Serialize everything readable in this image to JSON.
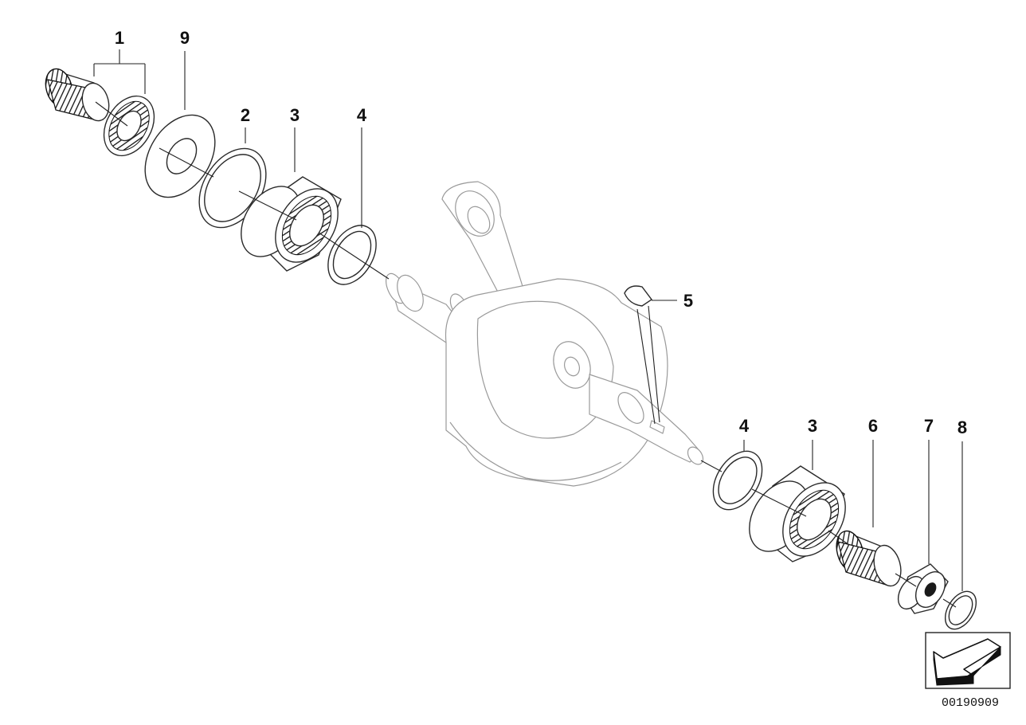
{
  "callouts": {
    "c1": "1",
    "c9": "9",
    "c2": "2",
    "c3_left": "3",
    "c4_left": "4",
    "c5": "5",
    "c4_right": "4",
    "c3_right": "3",
    "c6": "6",
    "c7": "7",
    "c8": "8"
  },
  "figure_id": "00190909",
  "icons": {
    "nav": "arrow-back-down-left-icon"
  }
}
